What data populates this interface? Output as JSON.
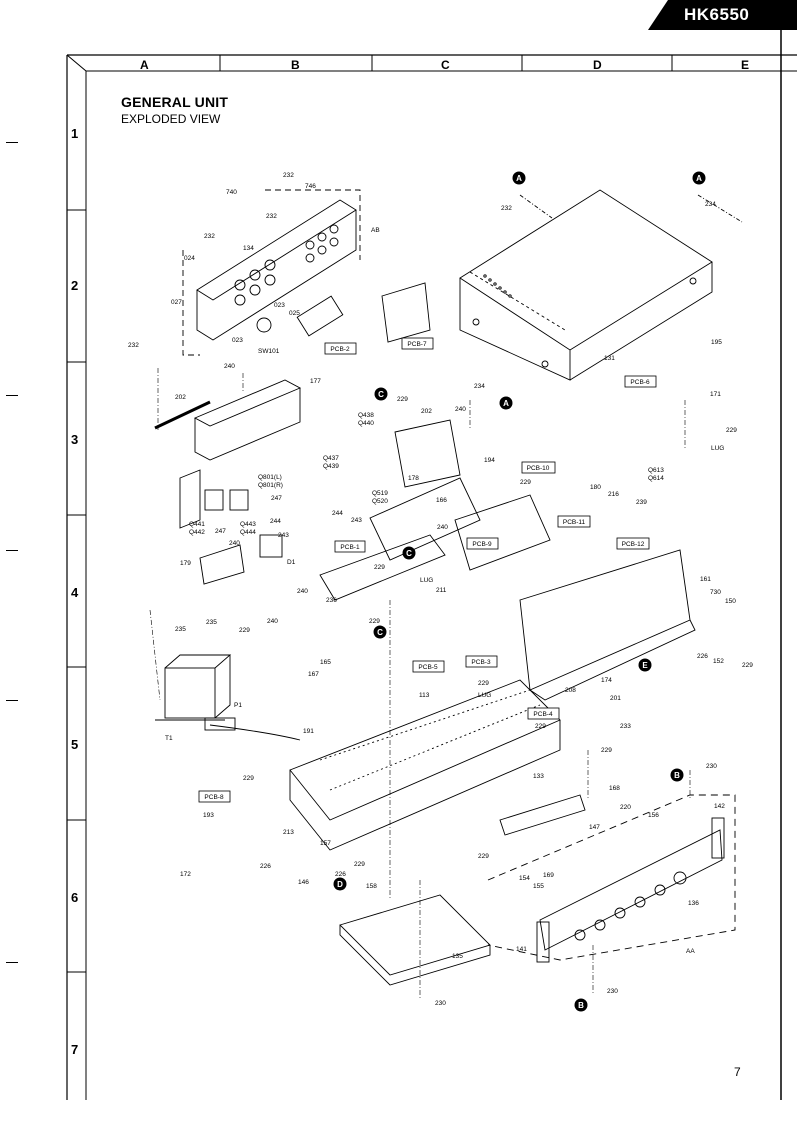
{
  "header": {
    "model": "HK6550"
  },
  "grid": {
    "columns": [
      "A",
      "B",
      "C",
      "D",
      "E"
    ],
    "rows": [
      "1",
      "2",
      "3",
      "4",
      "5",
      "6",
      "7"
    ]
  },
  "title": "GENERAL UNIT",
  "subtitle": "EXPLODED VIEW",
  "page_number": "7",
  "callouts": [
    "A",
    "A",
    "A",
    "B",
    "B",
    "C",
    "C",
    "C",
    "D",
    "E"
  ],
  "pcb_labels": [
    "PCB-2",
    "PCB-7",
    "PCB-6",
    "PCB-10",
    "PCB-11",
    "PCB-12",
    "PCB-9",
    "PCB-1",
    "PCB-5",
    "PCB-3",
    "PCB-4",
    "PCB-8"
  ],
  "part_numbers": [
    "740",
    "232",
    "746",
    "232",
    "232",
    "134",
    "024",
    "027",
    "023",
    "025",
    "023",
    "SW101",
    "232",
    "AB",
    "232",
    "234",
    "131",
    "195",
    "240",
    "177",
    "202",
    "229",
    "Q438",
    "Q440",
    "202",
    "240",
    "194",
    "Q437",
    "Q439",
    "Q801(L)",
    "Q801(R)",
    "247",
    "Q441",
    "Q442",
    "247",
    "Q443",
    "Q444",
    "244",
    "Q519",
    "Q520",
    "178",
    "166",
    "244",
    "243",
    "243",
    "240",
    "D1",
    "179",
    "240",
    "236",
    "229",
    "LUG",
    "211",
    "234",
    "171",
    "229",
    "LUG",
    "180",
    "216",
    "Q613",
    "Q614",
    "239",
    "229",
    "161",
    "730",
    "150",
    "235",
    "235",
    "229",
    "240",
    "240",
    "229",
    "165",
    "167",
    "113",
    "229",
    "LUG",
    "174",
    "208",
    "201",
    "152",
    "226",
    "229",
    "233",
    "229",
    "T1",
    "P1",
    "191",
    "133",
    "229",
    "230",
    "168",
    "220",
    "156",
    "147",
    "142",
    "229",
    "193",
    "213",
    "157",
    "226",
    "229",
    "172",
    "146",
    "226",
    "158",
    "229",
    "154",
    "155",
    "169",
    "136",
    "AA",
    "141",
    "135",
    "230",
    "230"
  ]
}
